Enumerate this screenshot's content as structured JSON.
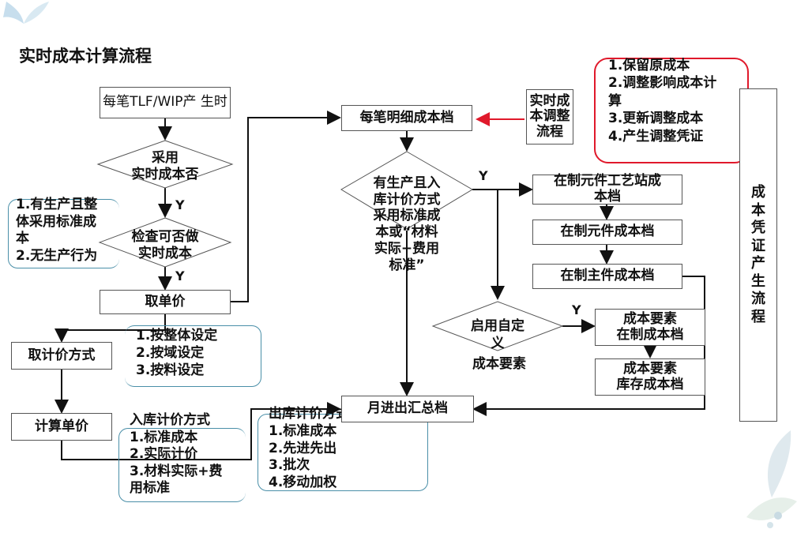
{
  "title": "实时成本计算流程",
  "nodes": {
    "start": "每笔TLF/WIP产\n生时",
    "decision_realtime": "采用\n实时成本否",
    "note_realtime": "1.有生产且整\n体采用标准成\n本\n2.无生产行为",
    "decision_check": "检查可否做\n实时成本",
    "get_price": "取单价",
    "price_method": "取计价方式",
    "price_method_list": "1.按整体设定\n2.按域设定\n3.按料设定",
    "calc_price": "计算单价",
    "inbound_list": "入库计价方式\n1.标准成本\n2.实际计价\n3.材料实际+费\n用标准",
    "outbound_list": "出库计价方式\n1.标准成本\n2.先进先出\n3.批次\n4.移动加权",
    "detail_cost": "每笔明细成本档",
    "realtime_adjust": "实时成\n本调整\n流程",
    "adjust_list": "1.保留原成本\n2.调整影响成本计\n算\n3.更新调整成本\n4.产生调整凭证",
    "decision_inbound": "有生产且入\n库计价方式\n采用标准成\n本或“材料\n实际+费用\n标准”",
    "wip_station": "在制元件工艺站成\n本档",
    "wip_component": "在制元件成本档",
    "wip_main": "在制主件成本档",
    "decision_custom": "启用自定\n义",
    "custom_sub": "成本要素",
    "element_wip": "成本要素\n在制成本档",
    "element_stock": "成本要素\n库存成本档",
    "monthly_summary": "月进出汇总档",
    "voucher_flow": "成\n本\n凭\n证\n产\n生\n流\n程"
  },
  "yes_labels": {
    "y1": "Y",
    "y2": "Y",
    "y3": "Y",
    "y4": "Y"
  },
  "colors": {
    "line": "#111111",
    "adjust_arrow": "#e0192b",
    "brace_red": "#e0192b",
    "brace_blue": "#4a8fa8"
  }
}
